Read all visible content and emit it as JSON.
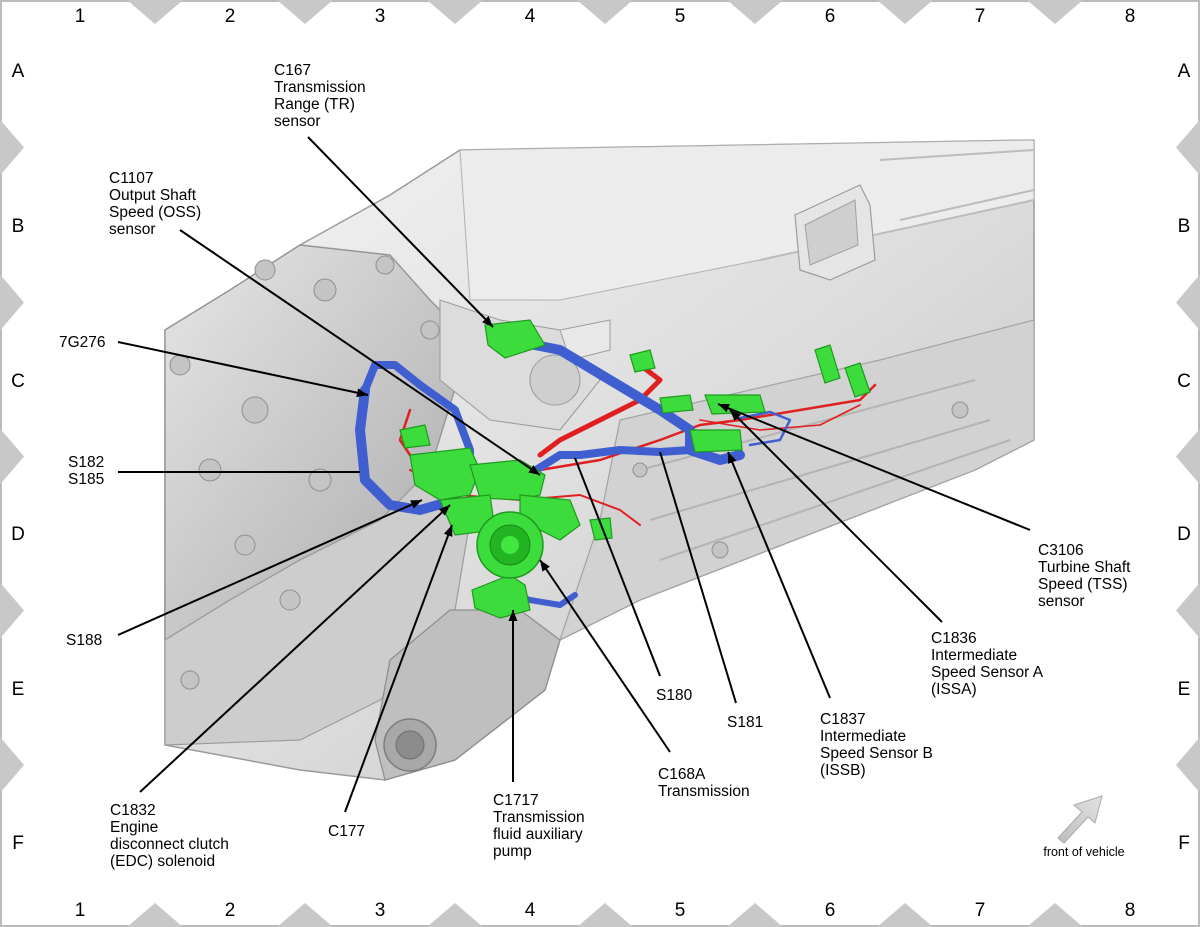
{
  "grid": {
    "columns": [
      "1",
      "2",
      "3",
      "4",
      "5",
      "6",
      "7",
      "8"
    ],
    "rows": [
      "A",
      "B",
      "C",
      "D",
      "E",
      "F"
    ]
  },
  "callouts": {
    "c167": [
      "C167",
      "Transmission",
      "Range (TR)",
      "sensor"
    ],
    "c1107": [
      "C1107",
      "Output Shaft",
      "Speed (OSS)",
      "sensor"
    ],
    "g7276": [
      "7G276"
    ],
    "s182_s185": [
      "S182",
      "S185"
    ],
    "s188": [
      "S188"
    ],
    "c1832": [
      "C1832",
      "Engine",
      "disconnect clutch",
      "(EDC) solenoid"
    ],
    "c177": [
      "C177"
    ],
    "c1717": [
      "C1717",
      "Transmission",
      "fluid auxiliary",
      "pump"
    ],
    "c168a": [
      "C168A",
      "Transmission"
    ],
    "s180": [
      "S180"
    ],
    "s181": [
      "S181"
    ],
    "c1837": [
      "C1837",
      "Intermediate",
      "Speed Sensor B",
      "(ISSB)"
    ],
    "c1836": [
      "C1836",
      "Intermediate",
      "Speed Sensor A",
      "(ISSA)"
    ],
    "c3106": [
      "C3106",
      "Turbine Shaft",
      "Speed (TSS)",
      "sensor"
    ]
  },
  "orientation": {
    "label": "front of vehicle",
    "icon": "arrow-up-right-icon"
  },
  "colors": {
    "harness_blue": "#3f5fd0",
    "harness_red": "#e02020",
    "connector_green": "#3ddc3d",
    "housing_gray": "#d8d8d8",
    "frame_gray": "#c8c8c8"
  }
}
